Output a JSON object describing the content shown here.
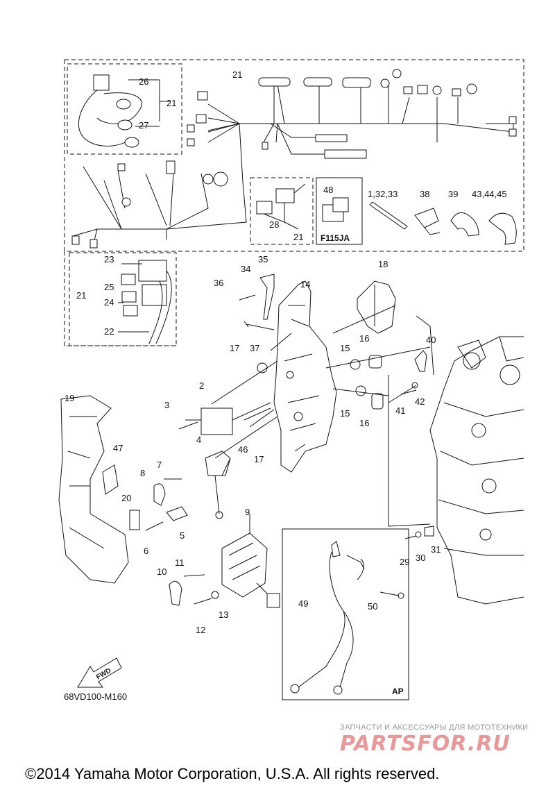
{
  "diagram_id": "68VD100-M160",
  "copyright": "©2014 Yamaha Motor Corporation, U.S.A. All rights reserved.",
  "watermark": {
    "tagline": "ЗАПЧАСТИ И АКСЕССУАРЫ ДЛЯ МОТОТЕХНИКИ",
    "brand": "PARTSFOR.RU",
    "color": "#d11a1a"
  },
  "box_tags": {
    "f115ja": "F115JA",
    "ap": "AP",
    "fwd": "FWD"
  },
  "callouts": {
    "c1": "1,32,33",
    "c2": "2",
    "c3": "3",
    "c4": "4",
    "c5": "5",
    "c6": "6",
    "c7": "7",
    "c8": "8",
    "c9": "9",
    "c10": "10",
    "c11": "11",
    "c12": "12",
    "c13": "13",
    "c14": "14",
    "c15a": "15",
    "c15b": "15",
    "c16a": "16",
    "c16b": "16",
    "c17a": "17",
    "c17b": "17",
    "c18": "18",
    "c19": "19",
    "c20": "20",
    "c21a": "21",
    "c21b": "21",
    "c21c": "21",
    "c21d": "21",
    "c22": "22",
    "c23": "23",
    "c24": "24",
    "c25": "25",
    "c26": "26",
    "c27": "27",
    "c28": "28",
    "c29": "29",
    "c30": "30",
    "c31": "31",
    "c34": "34",
    "c35": "35",
    "c36": "36",
    "c37": "37",
    "c38": "38",
    "c39": "39",
    "c40": "40",
    "c41": "41",
    "c42": "42",
    "c43": "43,44,45",
    "c46": "46",
    "c47": "47",
    "c48": "48",
    "c49": "49",
    "c50": "50"
  }
}
